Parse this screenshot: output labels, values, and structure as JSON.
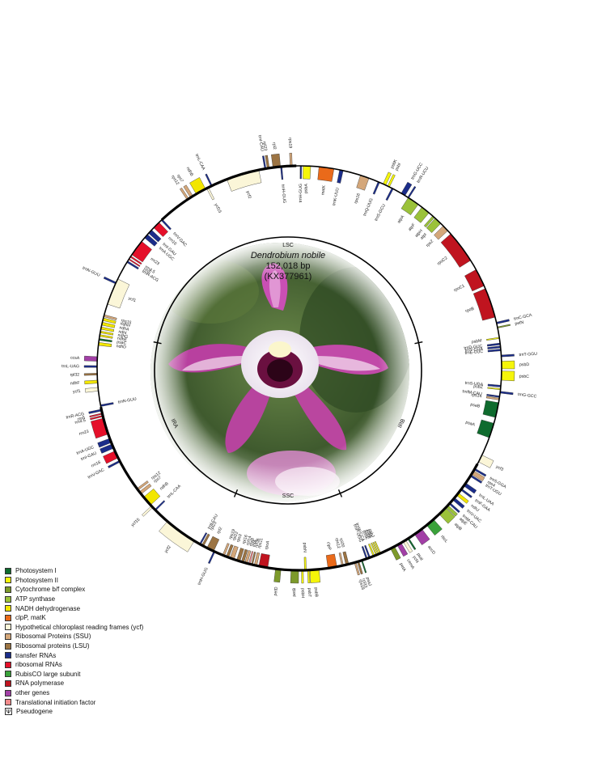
{
  "map": {
    "species": "Dendrobium nobile",
    "length": "152,018 bp",
    "accession": "(KX377961)",
    "regions": [
      {
        "label": "LSC",
        "angle": 0
      },
      {
        "label": "IRB",
        "angle": 115
      },
      {
        "label": "SSC",
        "angle": 180
      },
      {
        "label": "IRA",
        "angle": 245
      }
    ],
    "region_ticks": [
      78,
      157,
      203,
      282
    ]
  },
  "legend": {
    "items": [
      {
        "label": "Photosystem I",
        "color": "#0f6b2e"
      },
      {
        "label": "Photosystem II",
        "color": "#f5f50a"
      },
      {
        "label": "Cytochrome b/f complex",
        "color": "#7d9a2b"
      },
      {
        "label": "ATP synthase",
        "color": "#9bc23a"
      },
      {
        "label": "NADH dehydrogenase",
        "color": "#f2e600"
      },
      {
        "label": "clpP, matK",
        "color": "#ea6a1a"
      },
      {
        "label": "Hypothetical chloroplast reading frames (ycf)",
        "color": "#fbf6d8"
      },
      {
        "label": "Ribosomal Proteins (SSU)",
        "color": "#d4a77a"
      },
      {
        "label": "Ribosomal proteins (LSU)",
        "color": "#9c7443"
      },
      {
        "label": "transfer RNAs",
        "color": "#1b2d8a"
      },
      {
        "label": "ribosomal RNAs",
        "color": "#e5102a"
      },
      {
        "label": "RubisCO large subunit",
        "color": "#3aa23a"
      },
      {
        "label": "RNA polymerase",
        "color": "#c0141f"
      },
      {
        "label": "other genes",
        "color": "#a23fa6"
      },
      {
        "label": "Translational initiation factor",
        "color": "#f28a8a"
      }
    ],
    "pseudogene_symbol": "Ψ",
    "pseudogene_label": "Pseudogene"
  },
  "genes": [
    {
      "name": "psbA",
      "a": 2.5,
      "w": 2.5,
      "side": "in",
      "cat": 1
    },
    {
      "name": "trnH-GUG",
      "a": 0.5,
      "w": 0.5,
      "side": "in",
      "cat": 9
    },
    {
      "name": "matK",
      "a": 9,
      "w": 5,
      "side": "in",
      "cat": 5
    },
    {
      "name": "trnK-UUU",
      "a": 14,
      "w": 1.2,
      "side": "in",
      "cat": 9
    },
    {
      "name": "rps16",
      "a": 22,
      "w": 3,
      "side": "in",
      "cat": 7
    },
    {
      "name": "trnQ-UUG",
      "a": 27,
      "w": 0.6,
      "side": "in",
      "cat": 9
    },
    {
      "name": "psbK",
      "a": 29,
      "w": 1,
      "side": "out",
      "cat": 1
    },
    {
      "name": "psbI",
      "a": 30.5,
      "w": 0.7,
      "side": "out",
      "cat": 1
    },
    {
      "name": "trnS-GCU",
      "a": 32,
      "w": 0.6,
      "side": "in",
      "cat": 9
    },
    {
      "name": "trnG-UCC",
      "a": 36,
      "w": 1.5,
      "side": "out",
      "cat": 9
    },
    {
      "name": "trnR-UCU",
      "a": 38,
      "w": 0.5,
      "side": "out",
      "cat": 9
    },
    {
      "name": "atpA",
      "a": 40,
      "w": 4,
      "side": "in",
      "cat": 3
    },
    {
      "name": "atpF",
      "a": 45,
      "w": 3,
      "side": "in",
      "cat": 3
    },
    {
      "name": "atpH",
      "a": 48.5,
      "w": 0.8,
      "side": "in",
      "cat": 3
    },
    {
      "name": "atpI",
      "a": 50.5,
      "w": 2.5,
      "side": "in",
      "cat": 3
    },
    {
      "name": "rps2",
      "a": 54,
      "w": 2.2,
      "side": "in",
      "cat": 7
    },
    {
      "name": "rpoC2",
      "a": 62,
      "w": 11,
      "side": "in",
      "cat": 12
    },
    {
      "name": "rpoC1",
      "a": 74,
      "w": 6,
      "side": "in",
      "cat": 12
    },
    {
      "name": "rpoB",
      "a": 83,
      "w": 10,
      "side": "in",
      "cat": 12
    },
    {
      "name": "trnC-GCA",
      "a": 90,
      "w": 0.6,
      "side": "out",
      "cat": 9
    },
    {
      "name": "petN",
      "a": 91.5,
      "w": 0.4,
      "side": "out",
      "cat": 2
    },
    {
      "name": "psbM",
      "a": 95,
      "w": 0.4,
      "side": "in",
      "cat": 1
    },
    {
      "name": "trnD-GUC",
      "a": 97,
      "w": 0.6,
      "side": "in",
      "cat": 9
    },
    {
      "name": "trnY-GUA",
      "a": 98,
      "w": 0.6,
      "side": "in",
      "cat": 9
    },
    {
      "name": "trnE-UUC",
      "a": 99,
      "w": 0.6,
      "side": "in",
      "cat": 9
    },
    {
      "name": "trnT-GGU",
      "a": 101,
      "w": 0.6,
      "side": "out",
      "cat": 9
    },
    {
      "name": "psbD",
      "a": 104,
      "w": 2.5,
      "side": "out",
      "cat": 1
    },
    {
      "name": "psbC",
      "a": 107.5,
      "w": 3,
      "side": "out",
      "cat": 1
    },
    {
      "name": "trnS-UGA",
      "a": 111,
      "w": 0.6,
      "side": "in",
      "cat": 9
    },
    {
      "name": "psbZ",
      "a": 112,
      "w": 0.4,
      "side": "in",
      "cat": 1
    },
    {
      "name": "trnG-GCC",
      "a": 113,
      "w": 0.6,
      "side": "out",
      "cat": 9
    },
    {
      "name": "trnfM-CAU",
      "a": 114.5,
      "w": 0.5,
      "side": "in",
      "cat": 9
    },
    {
      "name": "rps14",
      "a": 115.3,
      "w": 0.6,
      "side": "in",
      "cat": 7
    },
    {
      "name": "psaB",
      "a": 119,
      "w": 5,
      "side": "in",
      "cat": 0
    },
    {
      "name": "psaA",
      "a": 126,
      "w": 5,
      "side": "in",
      "cat": 0
    },
    {
      "name": "ycf3",
      "a": 136,
      "w": 2.5,
      "side": "out",
      "cat": 6
    },
    {
      "name": "trnS-GGA",
      "a": 140,
      "w": 0.6,
      "side": "out",
      "cat": 9
    },
    {
      "name": "rps4",
      "a": 141.3,
      "w": 1.3,
      "side": "out",
      "cat": 7
    },
    {
      "name": "trnT-UGU",
      "a": 142.5,
      "w": 0.6,
      "side": "out",
      "cat": 9
    },
    {
      "name": "trnL-UAA",
      "a": 146,
      "w": 1.2,
      "side": "out",
      "cat": 9
    },
    {
      "name": "trnF-GAA",
      "a": 148,
      "w": 0.6,
      "side": "out",
      "cat": 9
    },
    {
      "name": "ndhJ",
      "a": 150,
      "w": 1,
      "side": "out",
      "cat": 4
    },
    {
      "name": "trnV-UAC",
      "a": 152,
      "w": 1,
      "side": "out",
      "cat": 9
    },
    {
      "name": "trnM-CAU",
      "a": 154,
      "w": 0.6,
      "side": "out",
      "cat": 9
    },
    {
      "name": "atpE",
      "a": 155.3,
      "w": 1,
      "side": "out",
      "cat": 3
    },
    {
      "name": "atpB",
      "a": 157.5,
      "w": 3,
      "side": "out",
      "cat": 3
    },
    {
      "name": "rbcL",
      "a": 163,
      "w": 3,
      "side": "out",
      "cat": 11
    },
    {
      "name": "accD",
      "a": 168,
      "w": 3,
      "side": "out",
      "cat": 13
    },
    {
      "name": "psaI",
      "a": 172,
      "w": 0.5,
      "side": "out",
      "cat": 0
    },
    {
      "name": "ycf4",
      "a": 173.5,
      "w": 1,
      "side": "out",
      "cat": 6
    },
    {
      "name": "cemA",
      "a": 175.5,
      "w": 1.5,
      "side": "out",
      "cat": 13
    },
    {
      "name": "petA",
      "a": 178,
      "w": 1.5,
      "side": "out",
      "cat": 2
    },
    {
      "name": "psbJ",
      "a": 182.5,
      "w": 0.4,
      "side": "in",
      "cat": 1
    },
    {
      "name": "psbL",
      "a": 183.2,
      "w": 0.4,
      "side": "in",
      "cat": 1
    },
    {
      "name": "psbF",
      "a": 183.9,
      "w": 0.4,
      "side": "in",
      "cat": 1
    },
    {
      "name": "psbE",
      "a": 184.8,
      "w": 0.5,
      "side": "in",
      "cat": 1
    },
    {
      "name": "trnW-CCA",
      "a": 186.3,
      "w": 0.5,
      "side": "in",
      "cat": 9
    },
    {
      "name": "trnP-UGG",
      "a": 187.3,
      "w": 0.5,
      "side": "in",
      "cat": 9
    },
    {
      "name": "psaJ",
      "a": 189,
      "w": 0.4,
      "side": "out",
      "cat": 0
    },
    {
      "name": "rpl33",
      "a": 190.3,
      "w": 0.6,
      "side": "out",
      "cat": 8
    },
    {
      "name": "rps18",
      "a": 191.3,
      "w": 0.6,
      "side": "out",
      "cat": 7
    },
    {
      "name": "rpl20",
      "a": 194,
      "w": 1,
      "side": "in",
      "cat": 8
    },
    {
      "name": "rps12",
      "a": 195.6,
      "w": 0.6,
      "side": "in",
      "cat": 7
    },
    {
      "name": "clpP",
      "a": 199,
      "w": 3,
      "side": "in",
      "cat": 5
    },
    {
      "name": "psbB",
      "a": 205,
      "w": 3,
      "side": "out",
      "cat": 1
    },
    {
      "name": "psbT",
      "a": 207,
      "w": 0.6,
      "side": "out",
      "cat": 1
    },
    {
      "name": "psbN",
      "a": 208,
      "w": 0.6,
      "side": "in",
      "cat": 1
    },
    {
      "name": "psbH",
      "a": 209,
      "w": 0.6,
      "side": "out",
      "cat": 1
    },
    {
      "name": "petB",
      "a": 211.5,
      "w": 2.5,
      "side": "out",
      "cat": 2
    },
    {
      "name": "petD",
      "a": 217,
      "w": 1.8,
      "side": "out",
      "cat": 2
    },
    {
      "name": "rpoA",
      "a": 222,
      "w": 3,
      "side": "in",
      "cat": 12
    },
    {
      "name": "rps11",
      "a": 224.6,
      "w": 0.9,
      "side": "in",
      "cat": 7
    },
    {
      "name": "rpl36",
      "a": 225.8,
      "w": 0.5,
      "side": "in",
      "cat": 8
    },
    {
      "name": "infA",
      "a": 226.7,
      "w": 0.5,
      "side": "in",
      "cat": 14
    },
    {
      "name": "rps8",
      "a": 227.8,
      "w": 0.9,
      "side": "in",
      "cat": 7
    },
    {
      "name": "rpl14",
      "a": 229,
      "w": 0.9,
      "side": "in",
      "cat": 8
    },
    {
      "name": "rpl16",
      "a": 230.5,
      "w": 1.2,
      "side": "in",
      "cat": 8
    },
    {
      "name": "rps3",
      "a": 232.7,
      "w": 1.4,
      "side": "in",
      "cat": 7
    },
    {
      "name": "rpl22",
      "a": 234.3,
      "w": 0.9,
      "side": "in",
      "cat": 8
    },
    {
      "name": "rps19",
      "a": 235.7,
      "w": 0.7,
      "side": "in",
      "cat": 7
    },
    {
      "name": "trnH-GUG",
      "a": 239,
      "w": 0.5,
      "side": "out",
      "cat": 9
    },
    {
      "name": "rpl2",
      "a": 240.5,
      "w": 2.5,
      "side": "in",
      "cat": 8
    },
    {
      "name": "rpl23",
      "a": 243.3,
      "w": 0.7,
      "side": "in",
      "cat": 8
    },
    {
      "name": "trnI-CAU",
      "a": 244.3,
      "w": 0.5,
      "side": "in",
      "cat": 9
    },
    {
      "name": "ycf2",
      "a": 252,
      "w": 11,
      "side": "out",
      "cat": 6
    },
    {
      "name": "trnL-CAA",
      "a": 263,
      "w": 0.5,
      "side": "in",
      "cat": 9
    },
    {
      "name": "ycf15",
      "a": 264.5,
      "w": 0.7,
      "side": "out",
      "cat": 6
    },
    {
      "name": "ndhB",
      "a": 267,
      "w": 3.5,
      "side": "in",
      "cat": 4
    },
    {
      "name": "rps7",
      "a": 270.5,
      "w": 1,
      "side": "in",
      "cat": 7
    },
    {
      "name": "rps12",
      "a": 272,
      "w": 0.7,
      "side": "in",
      "cat": 7
    },
    {
      "name": "trnV-GAC",
      "a": 283,
      "w": 0.6,
      "side": "out",
      "cat": 9
    },
    {
      "name": "rrn16",
      "a": 285.5,
      "w": 2.5,
      "side": "out",
      "cat": 10
    },
    {
      "name": "trnI-GAU",
      "a": 288.5,
      "w": 1.5,
      "side": "out",
      "cat": 9
    },
    {
      "name": "trnA-UGC",
      "a": 290.5,
      "w": 1.5,
      "side": "out",
      "cat": 9
    },
    {
      "name": "rrn23",
      "a": 295.5,
      "w": 5.5,
      "side": "out",
      "cat": 10
    },
    {
      "name": "rrn4.5",
      "a": 299,
      "w": 0.5,
      "side": "out",
      "cat": 10
    },
    {
      "name": "rrn5",
      "a": 299.8,
      "w": 0.4,
      "side": "out",
      "cat": 10
    },
    {
      "name": "trnR-ACG",
      "a": 301,
      "w": 0.6,
      "side": "out",
      "cat": 9
    },
    {
      "name": "trnN-GUU",
      "a": 302.5,
      "w": 0.6,
      "side": "in",
      "cat": 9
    },
    {
      "name": "ycf1",
      "a": 308,
      "w": 1.2,
      "side": "out",
      "cat": 6
    },
    {
      "name": "ndhF",
      "a": 310.5,
      "w": 1,
      "side": "out",
      "cat": 4
    },
    {
      "name": "rpl32",
      "a": 313,
      "w": 0.6,
      "side": "out",
      "cat": 8
    },
    {
      "name": "trnL-UAG",
      "a": 315.5,
      "w": 0.6,
      "side": "out",
      "cat": 9
    },
    {
      "name": "ccsA",
      "a": 318,
      "w": 1.5,
      "side": "out",
      "cat": 13
    },
    {
      "name": "ndhD",
      "a": 323,
      "w": 1,
      "side": "in",
      "cat": 4
    },
    {
      "name": "psaC",
      "a": 324.5,
      "w": 0.6,
      "side": "in",
      "cat": 0
    },
    {
      "name": "ndhE",
      "a": 325.8,
      "w": 0.6,
      "side": "in",
      "cat": 4
    },
    {
      "name": "ndhG",
      "a": 327,
      "w": 0.6,
      "side": "in",
      "cat": 4
    },
    {
      "name": "ndhI",
      "a": 328.3,
      "w": 0.8,
      "side": "in",
      "cat": 4
    },
    {
      "name": "ndhA",
      "a": 329.8,
      "w": 1,
      "side": "in",
      "cat": 4
    },
    {
      "name": "ndhH",
      "a": 331.3,
      "w": 0.9,
      "side": "in",
      "cat": 4
    },
    {
      "name": "rps15",
      "a": 332.5,
      "w": 0.7,
      "side": "in",
      "cat": 7
    },
    {
      "name": "ycf1",
      "a": 341,
      "w": 9,
      "side": "in",
      "cat": 6
    },
    {
      "name": "trnN-GUU",
      "a": 344,
      "w": 0.6,
      "side": "out",
      "cat": 9
    },
    {
      "name": "trnR-ACG",
      "a": 352,
      "w": 0.6,
      "side": "in",
      "cat": 9
    },
    {
      "name": "rrn5",
      "a": 353,
      "w": 0.4,
      "side": "in",
      "cat": 10
    },
    {
      "name": "rrn4.5",
      "a": 354,
      "w": 0.5,
      "side": "in",
      "cat": 10
    },
    {
      "name": "rrn23",
      "a": 357.5,
      "w": 5.5,
      "side": "in",
      "cat": 10
    },
    {
      "name": "trnA-UGC",
      "a": 362.5,
      "w": 1.5,
      "side": "in",
      "cat": 9
    },
    {
      "name": "trnI-GAU",
      "a": 364.5,
      "w": 1.5,
      "side": "in",
      "cat": 9
    },
    {
      "name": "rrn16",
      "a": 367.5,
      "w": 2.5,
      "side": "in",
      "cat": 10
    },
    {
      "name": "trnV-GAC",
      "a": 370,
      "w": 0.6,
      "side": "in",
      "cat": 9
    },
    {
      "name": "rps12",
      "a": 381,
      "w": 0.7,
      "side": "out",
      "cat": 7
    },
    {
      "name": "rps7",
      "a": 382.5,
      "w": 1,
      "side": "out",
      "cat": 7
    },
    {
      "name": "ndhB",
      "a": 386,
      "w": 3.5,
      "side": "out",
      "cat": 4
    },
    {
      "name": "trnL-CAA",
      "a": 390,
      "w": 0.5,
      "side": "out",
      "cat": 9
    },
    {
      "name": "ycf15",
      "a": 388.5,
      "w": 0.7,
      "side": "in",
      "cat": 6
    },
    {
      "name": "ycf2",
      "a": 401,
      "w": 11,
      "side": "in",
      "cat": 6
    },
    {
      "name": "trnI-CAU",
      "a": 408.7,
      "w": 0.5,
      "side": "out",
      "cat": 9
    },
    {
      "name": "rpl23",
      "a": 409.7,
      "w": 0.7,
      "side": "out",
      "cat": 8
    },
    {
      "name": "rpl2",
      "a": 412.5,
      "w": 2.5,
      "side": "out",
      "cat": 8
    },
    {
      "name": "trnH-GUG",
      "a": 414,
      "w": 0.5,
      "side": "in",
      "cat": 9
    },
    {
      "name": "rps19",
      "a": 417.3,
      "w": 0.7,
      "side": "out",
      "cat": 7
    }
  ]
}
